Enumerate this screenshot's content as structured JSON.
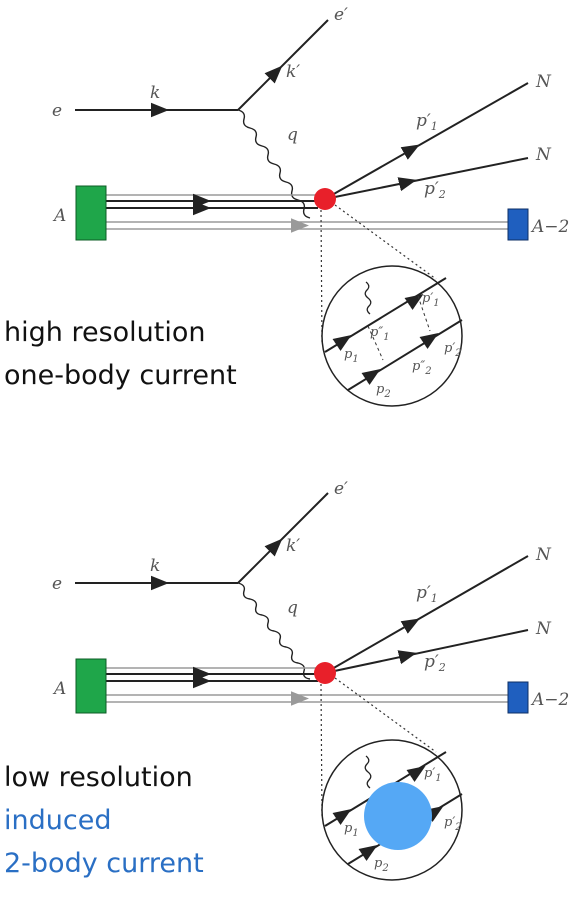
{
  "colors": {
    "target_box": "#1fa64a",
    "residual_box": "#1f5fbf",
    "vertex": "#e8202a",
    "blob": "#55a8f5",
    "caption_black": "#111111",
    "caption_blue": "#2a6fc4",
    "line": "#222222",
    "gray_line": "#9a9a9a"
  },
  "panels": [
    {
      "id": "top",
      "labels": {
        "e": "e",
        "k": "k",
        "e_prime": "e′",
        "k_prime": "k′",
        "q": "q",
        "N1": "N",
        "N2": "N",
        "p1_prime": "p′",
        "p2_prime": "p′",
        "A": "A",
        "A_minus_2": "A−2"
      },
      "inset": {
        "p1_prime": "p′",
        "p1_dprime": "p″",
        "p2_dprime": "p″",
        "p2_prime": "p′",
        "p1": "p",
        "p2": "p",
        "sub1": "1",
        "sub2": "2"
      },
      "caption": [
        "high resolution",
        "one-body current"
      ]
    },
    {
      "id": "bottom",
      "labels": {
        "e": "e",
        "k": "k",
        "e_prime": "e′",
        "k_prime": "k′",
        "q": "q",
        "N1": "N",
        "N2": "N",
        "p1_prime": "p′",
        "p2_prime": "p′",
        "A": "A",
        "A_minus_2": "A−2"
      },
      "inset": {
        "p1_prime": "p′",
        "p2_prime": "p′",
        "p1": "p",
        "p2": "p",
        "sub1": "1",
        "sub2": "2",
        "p2_hidden": "2"
      },
      "caption": [
        "low resolution",
        "induced",
        "2-body current"
      ]
    }
  ]
}
